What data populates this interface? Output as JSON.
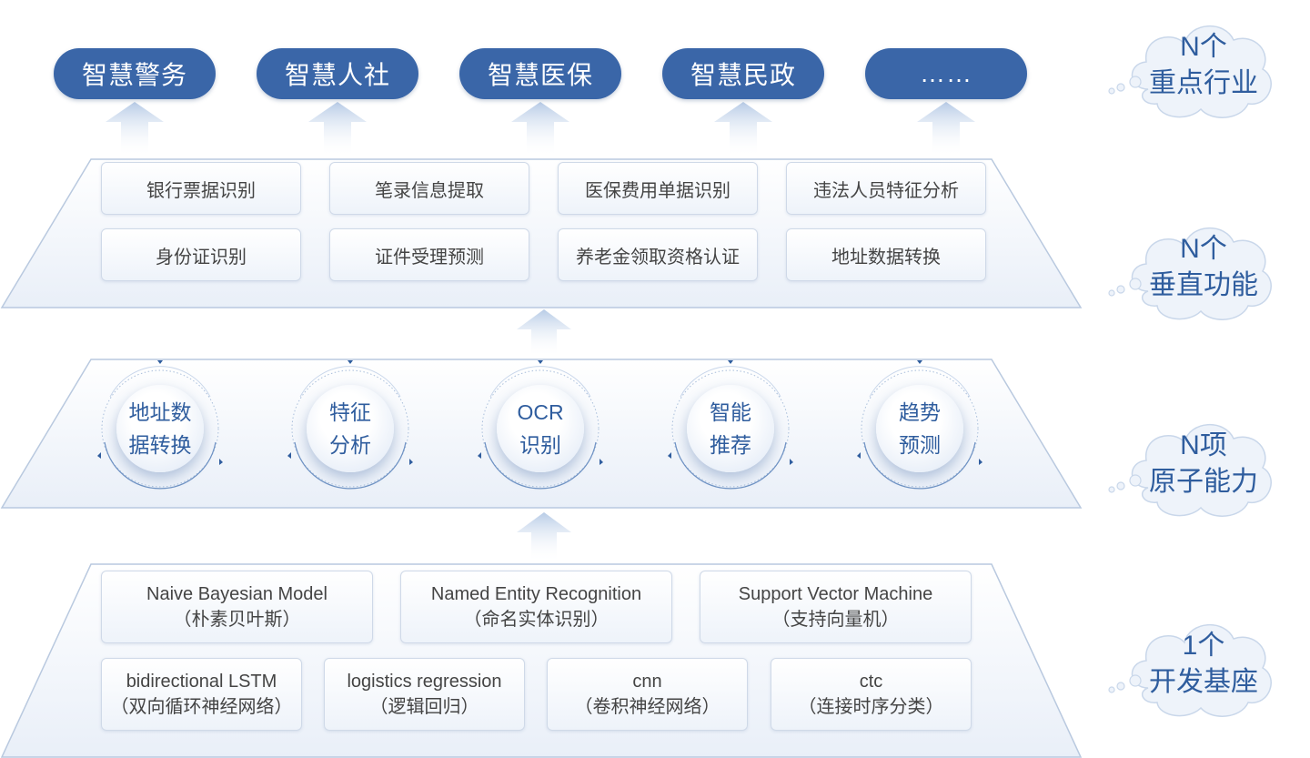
{
  "industries": [
    "智慧警务",
    "智慧人社",
    "智慧医保",
    "智慧民政",
    "……"
  ],
  "functions": {
    "row1": [
      "银行票据识别",
      "笔录信息提取",
      "医保费用单据识别",
      "违法人员特征分析"
    ],
    "row2": [
      "身份证识别",
      "证件受理预测",
      "养老金领取资格认证",
      "地址数据转换"
    ]
  },
  "atoms": [
    {
      "line1": "地址数",
      "line2": "据转换"
    },
    {
      "line1": "特征",
      "line2": "分析"
    },
    {
      "line1": "OCR",
      "line2": "识别"
    },
    {
      "line1": "智能",
      "line2": "推荐"
    },
    {
      "line1": "趋势",
      "line2": "预测"
    }
  ],
  "models": {
    "row1": [
      {
        "name": "Naive Bayesian Model",
        "cn": "（朴素贝叶斯）"
      },
      {
        "name": "Named Entity Recognition",
        "cn": "（命名实体识别）"
      },
      {
        "name": "Support Vector Machine",
        "cn": "（支持向量机）"
      }
    ],
    "row2": [
      {
        "name": "bidirectional LSTM",
        "cn": "（双向循环神经网络）"
      },
      {
        "name": "logistics regression",
        "cn": "（逻辑回归）"
      },
      {
        "name": "cnn",
        "cn": "（卷积神经网络）"
      },
      {
        "name": "ctc",
        "cn": "（连接时序分类）"
      }
    ]
  },
  "clouds": [
    {
      "line1": "N个",
      "line2": "重点行业"
    },
    {
      "line1": "N个",
      "line2": "垂直功能"
    },
    {
      "line1": "N项",
      "line2": "原子能力"
    },
    {
      "line1": "1个",
      "line2": "开发基座"
    }
  ],
  "colors": {
    "primary": "#3a66a8",
    "text_blue": "#2f5d9e",
    "platform_border": "#b9c9df"
  }
}
